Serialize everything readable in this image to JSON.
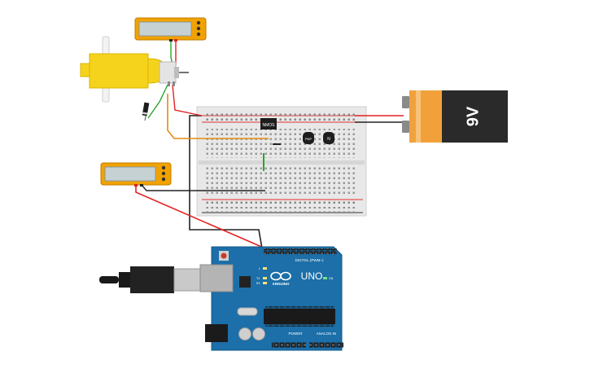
{
  "battery": {
    "label": "9V"
  },
  "mosfet": {
    "label": "NMOS"
  },
  "transistors": [
    {
      "label": "PNP"
    },
    {
      "label": "N"
    }
  ],
  "arduino": {
    "brand": "ARDUINO",
    "model": "UNO",
    "digital_label": "DIGITAL (PWM~)",
    "power_label": "POWER",
    "analog_label": "ANALOG IN",
    "on_label": "ON",
    "tx_label": "TX",
    "rx_label": "RX",
    "l_label": "L"
  },
  "colors": {
    "wire_red": "#e52121",
    "wire_black": "#222222",
    "wire_green": "#2aa52a",
    "wire_orange": "#e58a10",
    "board_blue": "#1c6fa8",
    "multimeter_orange": "#f2a200",
    "motor_yellow": "#f5d31c",
    "battery_orange": "#f2a13a"
  }
}
